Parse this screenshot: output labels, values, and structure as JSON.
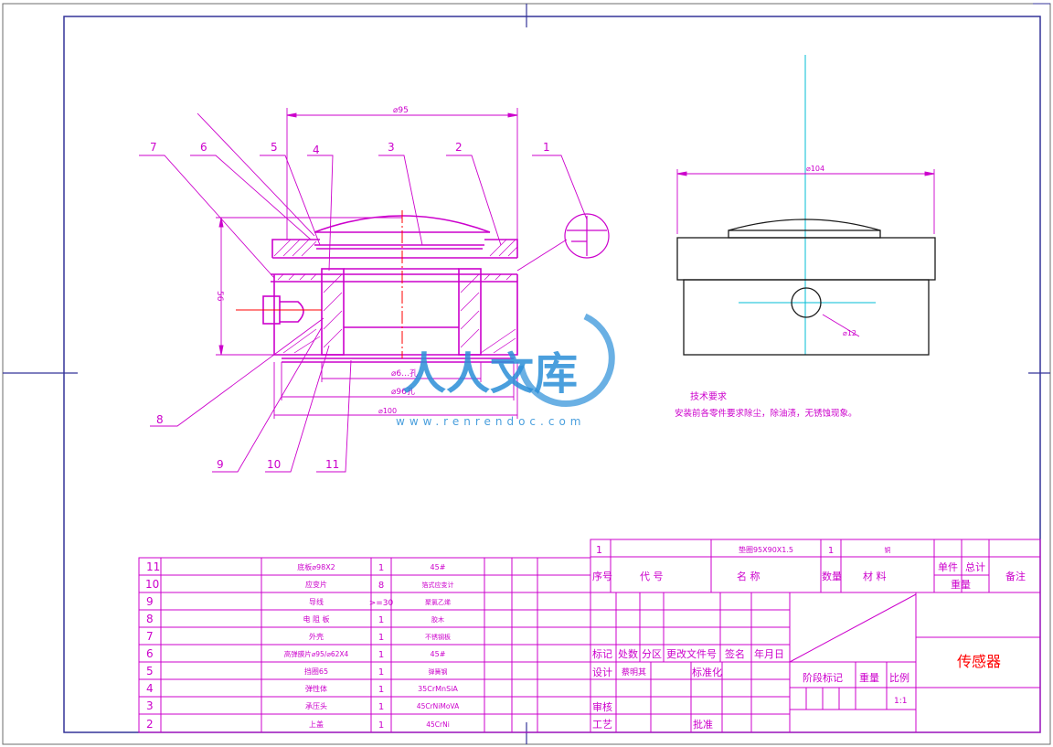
{
  "drawing": {
    "part_numbers": [
      "1",
      "2",
      "3",
      "4",
      "5",
      "6",
      "7",
      "8",
      "9",
      "10",
      "11"
    ],
    "dimensions": {
      "d95": "⌀95",
      "d6": "⌀6…孔",
      "d96": "⌀96孔",
      "d100": "⌀100",
      "h56": "56",
      "d104": "⌀104",
      "d12": "⌀12"
    },
    "tech_req_title": "技术要求",
    "tech_req_text": "安装前各零件要求除尘，除油渍，无锈蚀现象。"
  },
  "watermark": {
    "brand": "人人文库",
    "url": "www.renrendoc.com"
  },
  "parts_list": {
    "rows": [
      {
        "no": "11",
        "name": "底板⌀98X2",
        "qty": "1",
        "material": "45#"
      },
      {
        "no": "10",
        "name": "应变片",
        "qty": "8",
        "material": "箔式应变计"
      },
      {
        "no": "9",
        "name": "导线",
        "qty": ">=30",
        "material": "聚氯乙烯"
      },
      {
        "no": "8",
        "name": "电 阻 板",
        "qty": "1",
        "material": "胶木"
      },
      {
        "no": "7",
        "name": "外壳",
        "qty": "1",
        "material": "不锈钢板"
      },
      {
        "no": "6",
        "name": "高弹膜片⌀95/⌀62X4",
        "qty": "1",
        "material": "45#"
      },
      {
        "no": "5",
        "name": "挡圈65",
        "qty": "1",
        "material": "弹簧钢"
      },
      {
        "no": "4",
        "name": "弹性体",
        "qty": "1",
        "material": "35CrMnSiA"
      },
      {
        "no": "3",
        "name": "承压头",
        "qty": "1",
        "material": "45CrNiMoVA"
      },
      {
        "no": "2",
        "name": "上盖",
        "qty": "1",
        "material": "45CrNi"
      }
    ],
    "row_1": {
      "no": "1",
      "name": "垫圈95X90X1.5",
      "qty": "1",
      "material": "铜"
    },
    "header": {
      "seq": "序号",
      "code": "代      号",
      "name": "名              称",
      "qty": "数量",
      "material": "材          料",
      "unit": "单件",
      "total": "总计",
      "weight": "重量",
      "remark": "备注"
    }
  },
  "title_block": {
    "mark": "标记",
    "count": "处数",
    "zone": "分区",
    "change_doc": "更改文件号",
    "sign": "签名",
    "date": "年月日",
    "design": "设计",
    "designer": "蔡明其",
    "standard": "标准化",
    "stage": "阶段标记",
    "weight": "重量",
    "scale_label": "比例",
    "scale": "1:1",
    "review": "审核",
    "process": "工艺",
    "approve": "批准",
    "title": "传感器"
  }
}
